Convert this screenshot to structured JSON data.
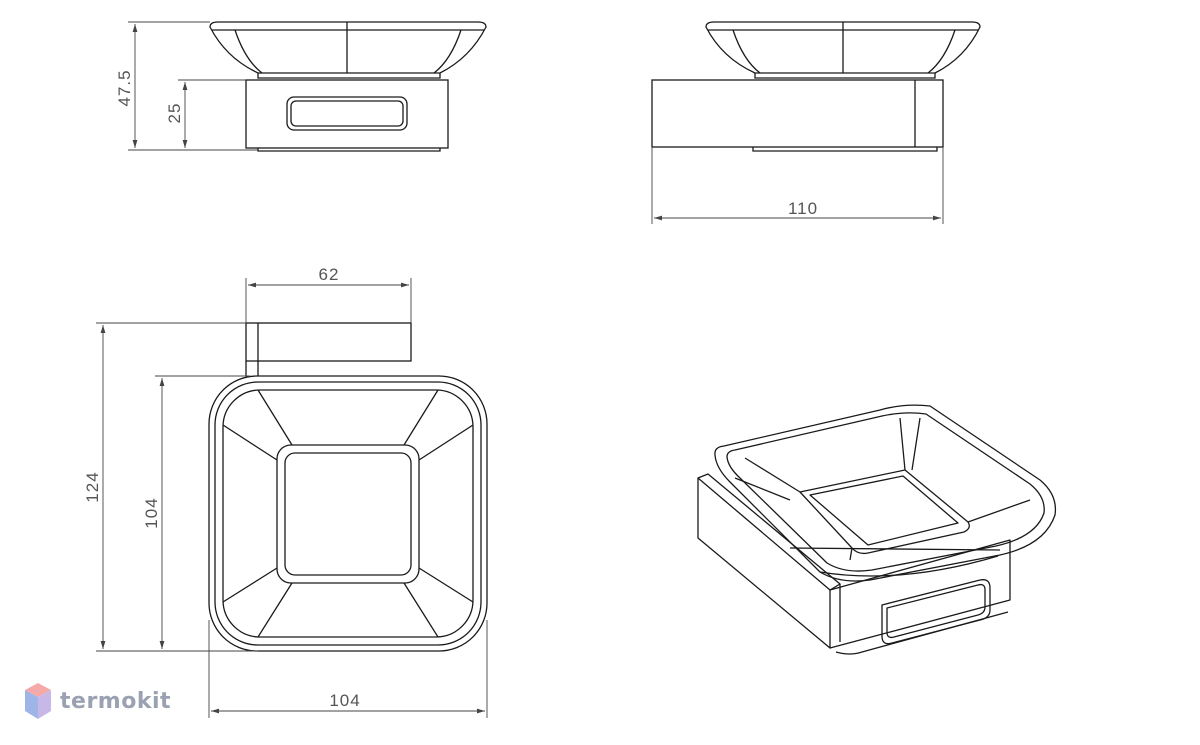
{
  "drawing": {
    "dimensions": {
      "height_total": "47.5",
      "height_base": "25",
      "width_side": "110",
      "depth_top": "62",
      "height_top_total": "124",
      "height_top_dish": "104",
      "width_top": "104"
    }
  },
  "logo": {
    "text": "termokit",
    "colors": {
      "top": "#f4a8a8",
      "left": "#9fb5e8",
      "right": "#c8b8e8"
    }
  },
  "colors": {
    "line": "#1a1a1a",
    "dim_line": "#444444",
    "dim_text": "#555555"
  }
}
